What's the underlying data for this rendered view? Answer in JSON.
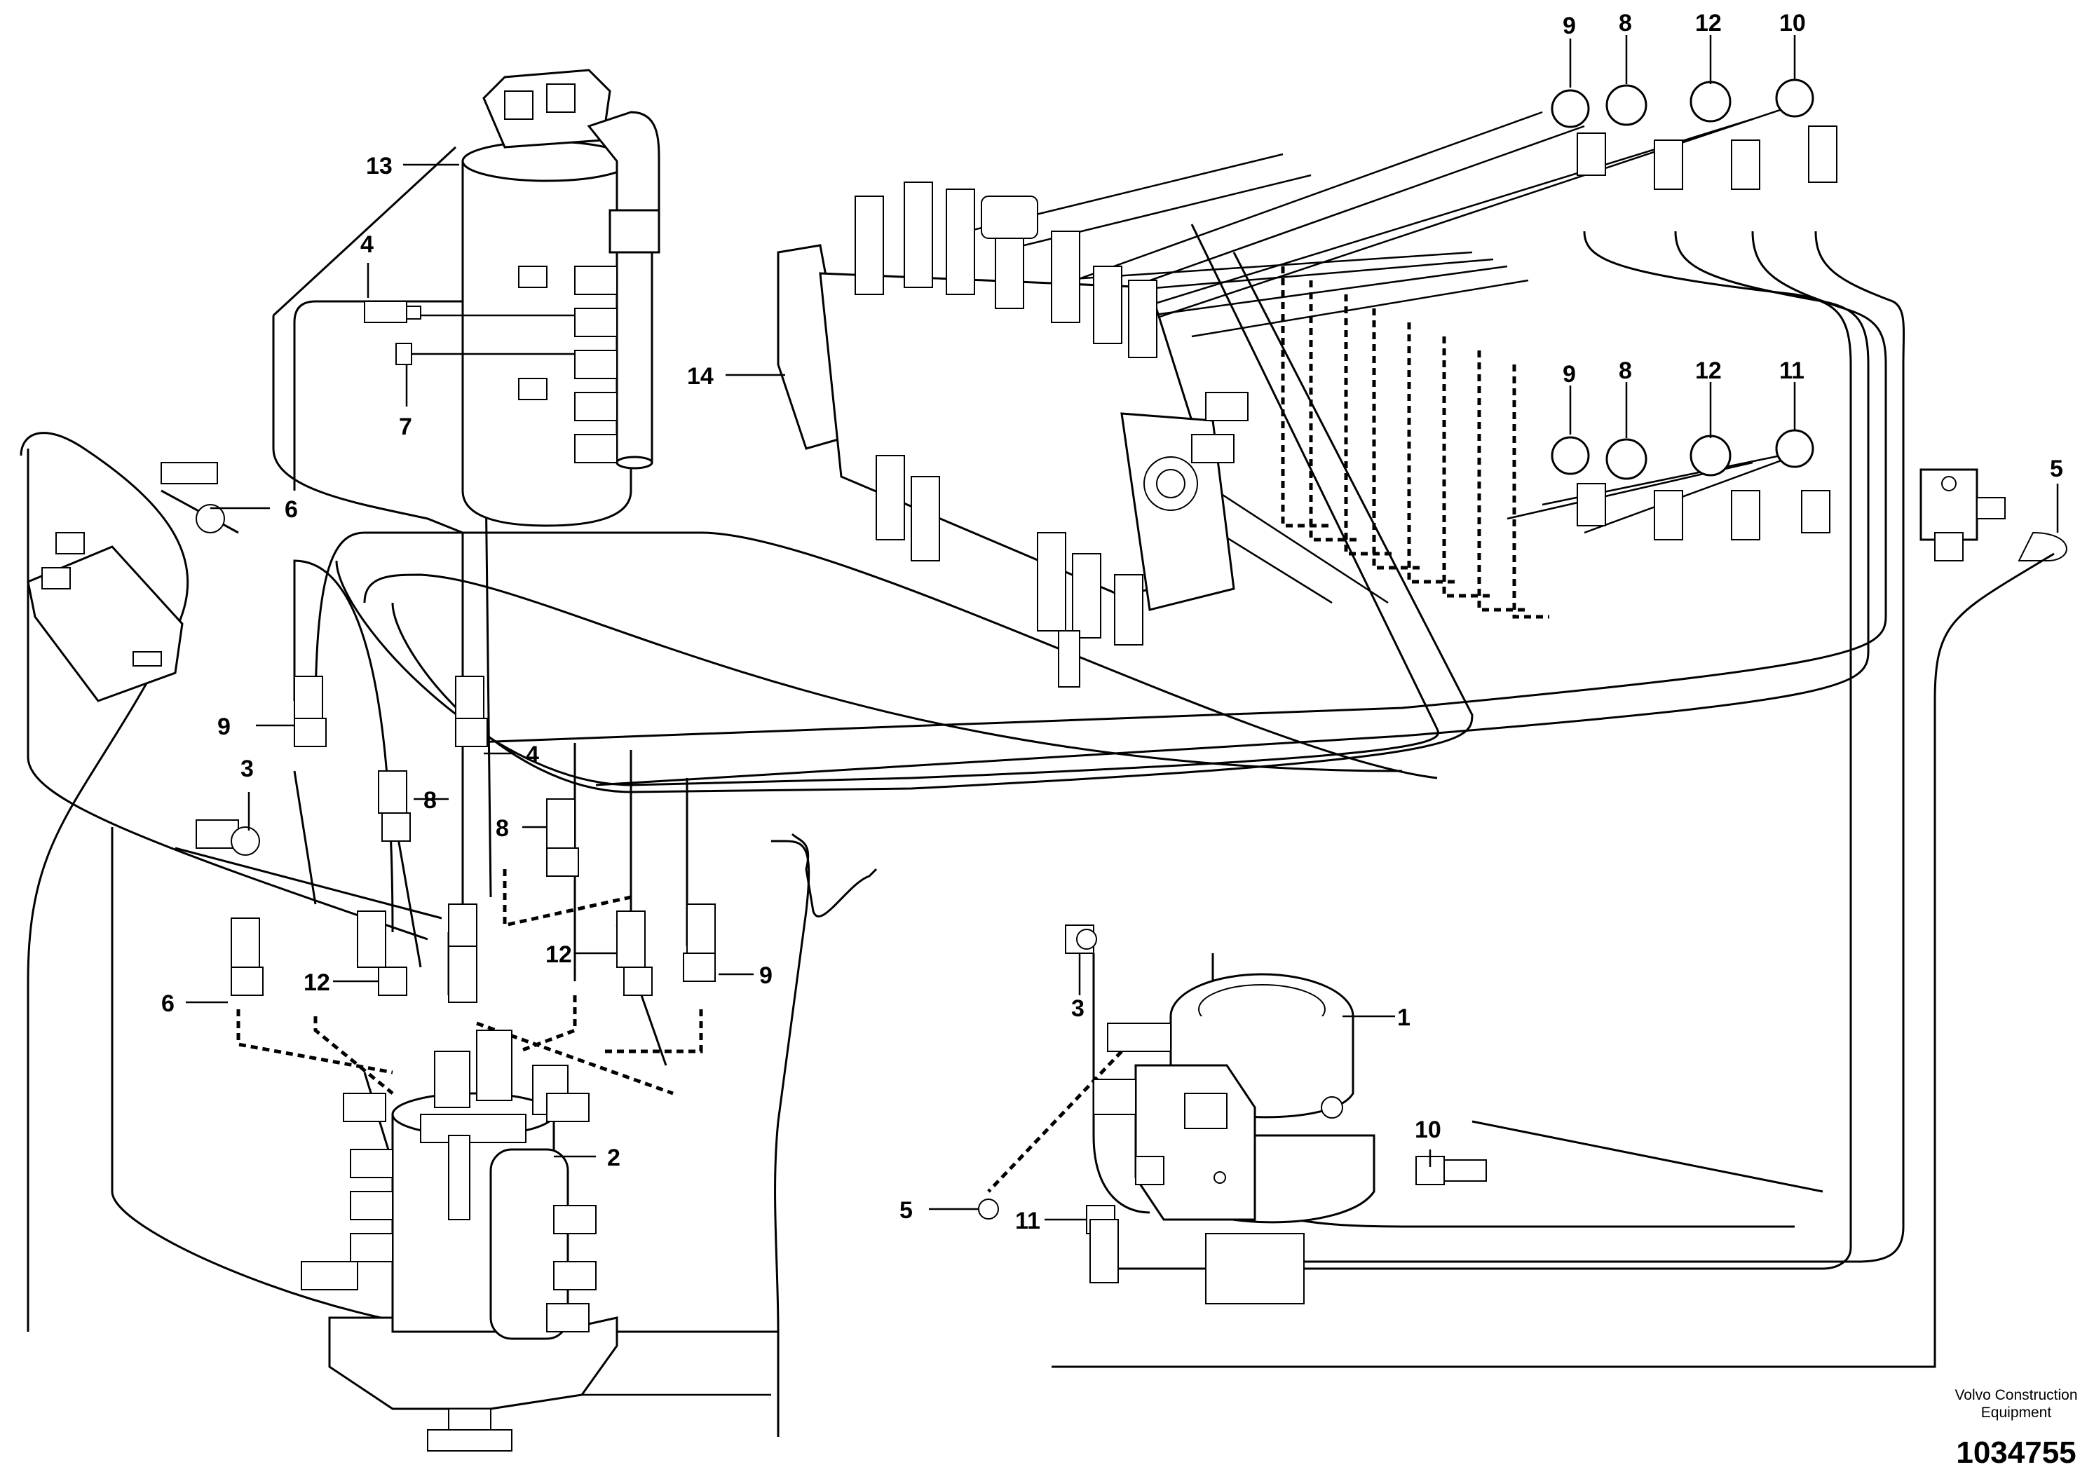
{
  "diagram": {
    "callouts": [
      {
        "id": "c1",
        "label": "1"
      },
      {
        "id": "c2",
        "label": "2"
      },
      {
        "id": "c3a",
        "label": "3"
      },
      {
        "id": "c3b",
        "label": "3"
      },
      {
        "id": "c4a",
        "label": "4"
      },
      {
        "id": "c4b",
        "label": "4"
      },
      {
        "id": "c5a",
        "label": "5"
      },
      {
        "id": "c5b",
        "label": "5"
      },
      {
        "id": "c6a",
        "label": "6"
      },
      {
        "id": "c6b",
        "label": "6"
      },
      {
        "id": "c7",
        "label": "7"
      },
      {
        "id": "c8a",
        "label": "8"
      },
      {
        "id": "c8b",
        "label": "8"
      },
      {
        "id": "c8c",
        "label": "8"
      },
      {
        "id": "c8d",
        "label": "8"
      },
      {
        "id": "c9a",
        "label": "9"
      },
      {
        "id": "c9b",
        "label": "9"
      },
      {
        "id": "c9c",
        "label": "9"
      },
      {
        "id": "c9d",
        "label": "9"
      },
      {
        "id": "c10a",
        "label": "10"
      },
      {
        "id": "c10b",
        "label": "10"
      },
      {
        "id": "c11a",
        "label": "11"
      },
      {
        "id": "c11b",
        "label": "11"
      },
      {
        "id": "c12a",
        "label": "12"
      },
      {
        "id": "c12b",
        "label": "12"
      },
      {
        "id": "c12c",
        "label": "12"
      },
      {
        "id": "c12d",
        "label": "12"
      },
      {
        "id": "c13",
        "label": "13"
      },
      {
        "id": "c14",
        "label": "14"
      }
    ]
  },
  "footer": {
    "brand_line1": "Volvo Construction",
    "brand_line2": "Equipment",
    "drawing_number": "1034755"
  }
}
